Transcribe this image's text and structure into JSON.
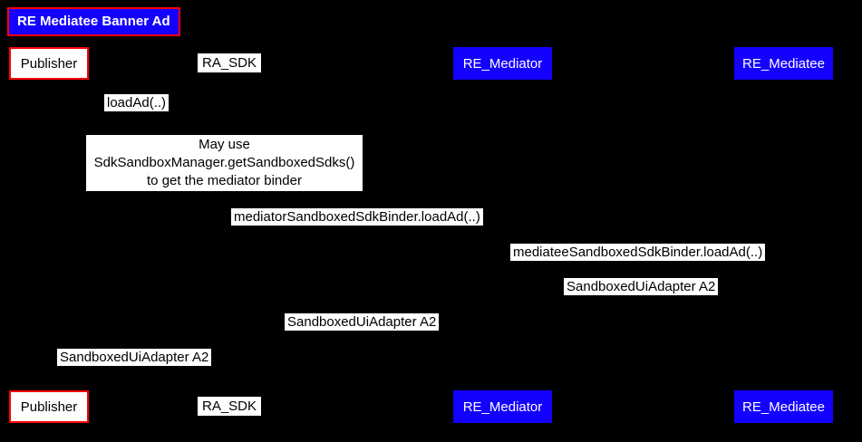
{
  "diagram": {
    "title": "RE Mediatee Banner Ad",
    "participants": [
      {
        "name": "Publisher",
        "style": "publisher"
      },
      {
        "name": "RA_SDK",
        "style": "plain"
      },
      {
        "name": "RE_Mediator",
        "style": "blue"
      },
      {
        "name": "RE_Mediatee",
        "style": "blue"
      }
    ],
    "messages": [
      {
        "label": "loadAd(..)",
        "from": "Publisher",
        "to": "RA_SDK"
      },
      {
        "label": "mediatorSandboxedSdkBinder.loadAd(..)",
        "from": "RA_SDK",
        "to": "RE_Mediator"
      },
      {
        "label": "mediateeSandboxedSdkBinder.loadAd(..)",
        "from": "RE_Mediator",
        "to": "RE_Mediatee"
      },
      {
        "label": "SandboxedUiAdapter A2",
        "from": "RE_Mediatee",
        "to": "RE_Mediator"
      },
      {
        "label": "SandboxedUiAdapter A2",
        "from": "RE_Mediator",
        "to": "RA_SDK"
      },
      {
        "label": "SandboxedUiAdapter A2",
        "from": "RA_SDK",
        "to": "Publisher"
      }
    ],
    "note": {
      "attached_to": "RA_SDK",
      "lines": [
        "May use",
        "SdkSandboxManager.getSandboxedSdks()",
        "to get the mediator binder"
      ]
    },
    "colors": {
      "background": "#000000",
      "participant_blue": "#1400ff",
      "border_red": "#ff0000",
      "label_bg": "#ffffff",
      "label_text": "#000000",
      "title_text": "#ffffff"
    }
  }
}
